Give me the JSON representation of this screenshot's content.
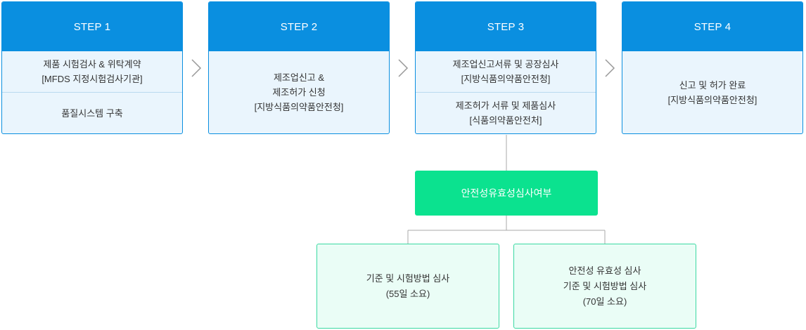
{
  "steps": [
    {
      "title": "STEP 1",
      "cells": [
        {
          "lines": [
            "제품 시험검사 & 위탁계약",
            "[MFDS 지정시험검사기관]"
          ]
        },
        {
          "lines": [
            "품질시스템 구축"
          ]
        }
      ]
    },
    {
      "title": "STEP 2",
      "cells": [
        {
          "lines": [
            "제조업신고 &",
            "제조허가 신청",
            "[지방식품의약품안전청]"
          ]
        }
      ]
    },
    {
      "title": "STEP 3",
      "cells": [
        {
          "lines": [
            "제조업신고서류 및 공장심사",
            "[지방식품의약품안전청]"
          ]
        },
        {
          "lines": [
            "제조허가 서류 및 제품심사",
            "[식품의약품안전처]"
          ]
        }
      ]
    },
    {
      "title": "STEP 4",
      "cells": [
        {
          "lines": [
            "신고 및 허가 완료",
            "[지방식품의약품안전청]"
          ]
        }
      ]
    }
  ],
  "review": {
    "title": "안전성유효성심사여부",
    "options": [
      {
        "lines": [
          "기준 및 시험방법 심사",
          "(55일 소요)"
        ]
      },
      {
        "lines": [
          "안전성 유효성 심사",
          "기준 및 시험방법 심사",
          "(70일 소요)"
        ]
      }
    ]
  },
  "colors": {
    "step_blue": "#0a8fe0",
    "step_bg": "#eaf5fd",
    "review_green": "#0be28f",
    "option_border": "#3ad9a2",
    "option_bg": "#eafdf6",
    "connector": "#aaaaaa"
  }
}
